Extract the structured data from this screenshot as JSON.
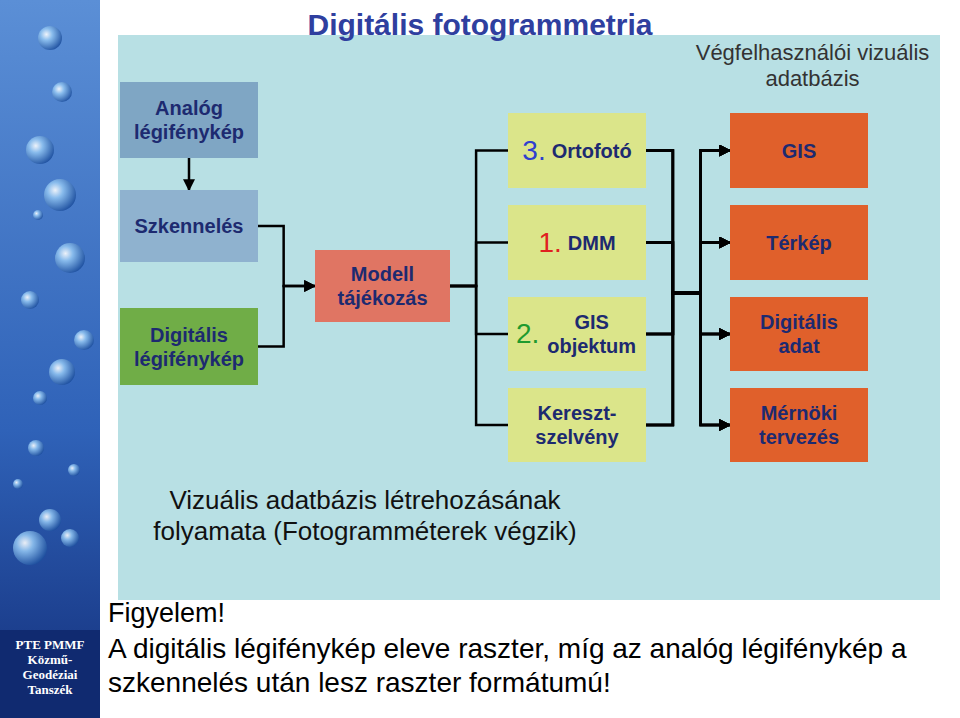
{
  "diagram": {
    "title": "Digitális fotogrammetria",
    "nodes": [
      {
        "text": [
          "Analóg légifénykép"
        ]
      },
      {
        "text": [
          "Szkennelés"
        ]
      },
      {
        "text": [
          "Digitális légifénykép"
        ]
      },
      {
        "text": [
          "Modell tájékozás"
        ]
      },
      {
        "text": [
          "3.",
          "Ortofotó"
        ]
      },
      {
        "text": [
          "1.",
          "DMM"
        ]
      },
      {
        "text": [
          "2.",
          "GIS objektum"
        ]
      },
      {
        "text": [
          "Kereszt- szelvény"
        ]
      },
      {
        "text": [
          "GIS"
        ]
      },
      {
        "text": [
          "Térkép"
        ]
      },
      {
        "text": [
          "Digitális adat"
        ]
      },
      {
        "text": [
          "Mérnöki tervezés"
        ]
      }
    ],
    "edges": [
      {
        "from": 0,
        "to": 1,
        "arrow": "to"
      },
      {
        "from": 1,
        "to": 3,
        "arrow": "to"
      },
      {
        "from": 2,
        "to": 3,
        "arrow": "to"
      },
      {
        "from": 3,
        "to": 4,
        "arrow": "none"
      },
      {
        "from": 3,
        "to": 5,
        "arrow": "none"
      },
      {
        "from": 3,
        "to": 6,
        "arrow": "none"
      },
      {
        "from": 3,
        "to": 7,
        "arrow": "none"
      },
      {
        "from": 4,
        "to": 8,
        "arrow": "to"
      },
      {
        "from": 4,
        "to": 9,
        "arrow": "to"
      },
      {
        "from": 4,
        "to": 10,
        "arrow": "to"
      },
      {
        "from": 4,
        "to": 11,
        "arrow": "to"
      },
      {
        "from": 5,
        "to": 8,
        "arrow": "to"
      },
      {
        "from": 5,
        "to": 9,
        "arrow": "to"
      },
      {
        "from": 5,
        "to": 10,
        "arrow": "to"
      },
      {
        "from": 5,
        "to": 11,
        "arrow": "to"
      },
      {
        "from": 6,
        "to": 8,
        "arrow": "to"
      },
      {
        "from": 6,
        "to": 9,
        "arrow": "to"
      },
      {
        "from": 6,
        "to": 10,
        "arrow": "to"
      },
      {
        "from": 6,
        "to": 11,
        "arrow": "to"
      },
      {
        "from": 7,
        "to": 8,
        "arrow": "to"
      },
      {
        "from": 7,
        "to": 9,
        "arrow": "to"
      },
      {
        "from": 7,
        "to": 10,
        "arrow": "to"
      },
      {
        "from": 7,
        "to": 11,
        "arrow": "to"
      }
    ],
    "labels": [
      "Végfelhasználói vizuális adatbázis",
      "Vizuális adatbázis létrehozásának folyamata (Fotogramméterek végzik)",
      "Figyelem!",
      "A digitális légifénykép eleve raszter, míg az analóg légifénykép a szkennelés után lesz raszter formátumú!",
      "PTE PMMF Közmű- Geodéziai Tanszék"
    ]
  }
}
